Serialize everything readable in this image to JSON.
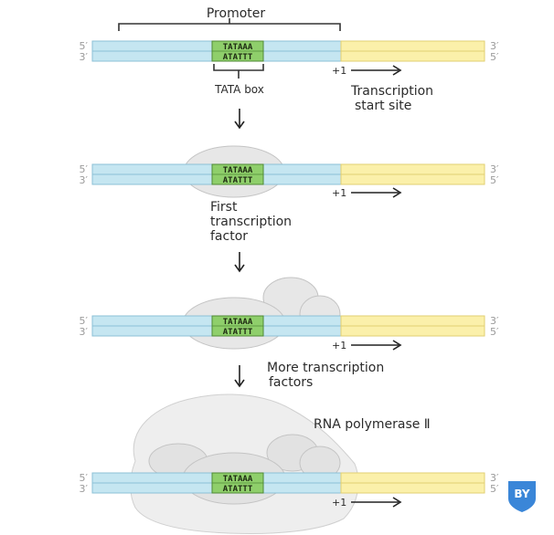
{
  "labels": {
    "promoter": "Promoter",
    "tata_box": "TATA box",
    "tss_line1": "Transcription",
    "tss_line2": "start site",
    "first_tf_line1": "First",
    "first_tf_line2": "transcription",
    "first_tf_line3": "factor",
    "more_tf_line1": "More transcription",
    "more_tf_line2": "factors",
    "rna_pol": "RNA polymerase Ⅱ"
  },
  "dna": {
    "top_end_left": "5′",
    "bottom_end_left": "3′",
    "top_end_right": "3′",
    "bottom_end_right": "5′",
    "tata_top": "TATAAA",
    "tata_bottom": "ATATTT",
    "start_mark": "+1"
  },
  "colors": {
    "promoter_region": "#c5e6f1",
    "transcribed_region": "#fbf0aa",
    "tata_box": "#8fcf6b",
    "protein": "#e7e7e7",
    "badge": "#3a86d8"
  },
  "badge": {
    "text": "BY"
  }
}
